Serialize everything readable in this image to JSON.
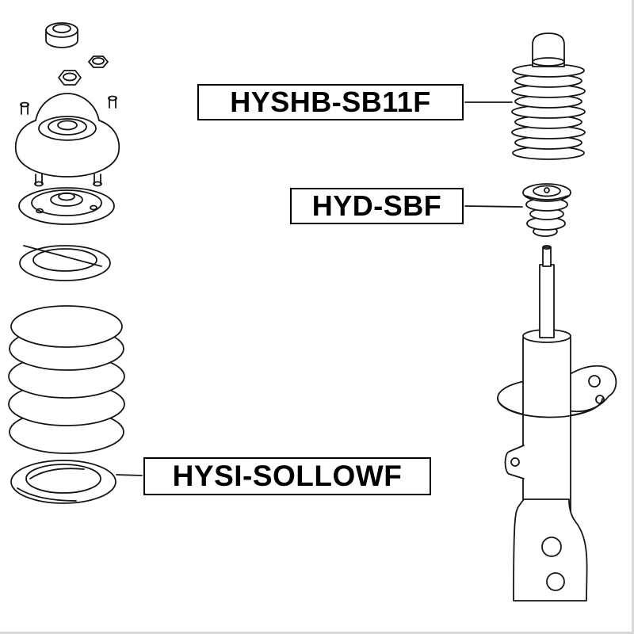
{
  "diagram": {
    "type": "exploded-parts-diagram",
    "subject": "front-shock-absorber-assembly",
    "labels": [
      {
        "code": "HYSHB-SB11F",
        "part": "shock-absorber-dust-boot"
      },
      {
        "code": "HYD-SBF",
        "part": "shock-absorber-bump-stop"
      },
      {
        "code": "HYSI-SOLLOWF",
        "part": "lower-spring-insulator"
      }
    ],
    "colors": {
      "background": "#ffffff",
      "line": "#151515",
      "label_border": "#000000",
      "label_text": "#000000",
      "page_edge": "#d7d7d7"
    },
    "parts_illustrated": [
      "top-bushing-cap",
      "lock-nuts",
      "strut-mount",
      "spring-seat",
      "spring-bearing",
      "coil-spring",
      "lower-spring-insulator",
      "dust-boot-bellows",
      "bump-stop",
      "shock-absorber-strut"
    ]
  }
}
